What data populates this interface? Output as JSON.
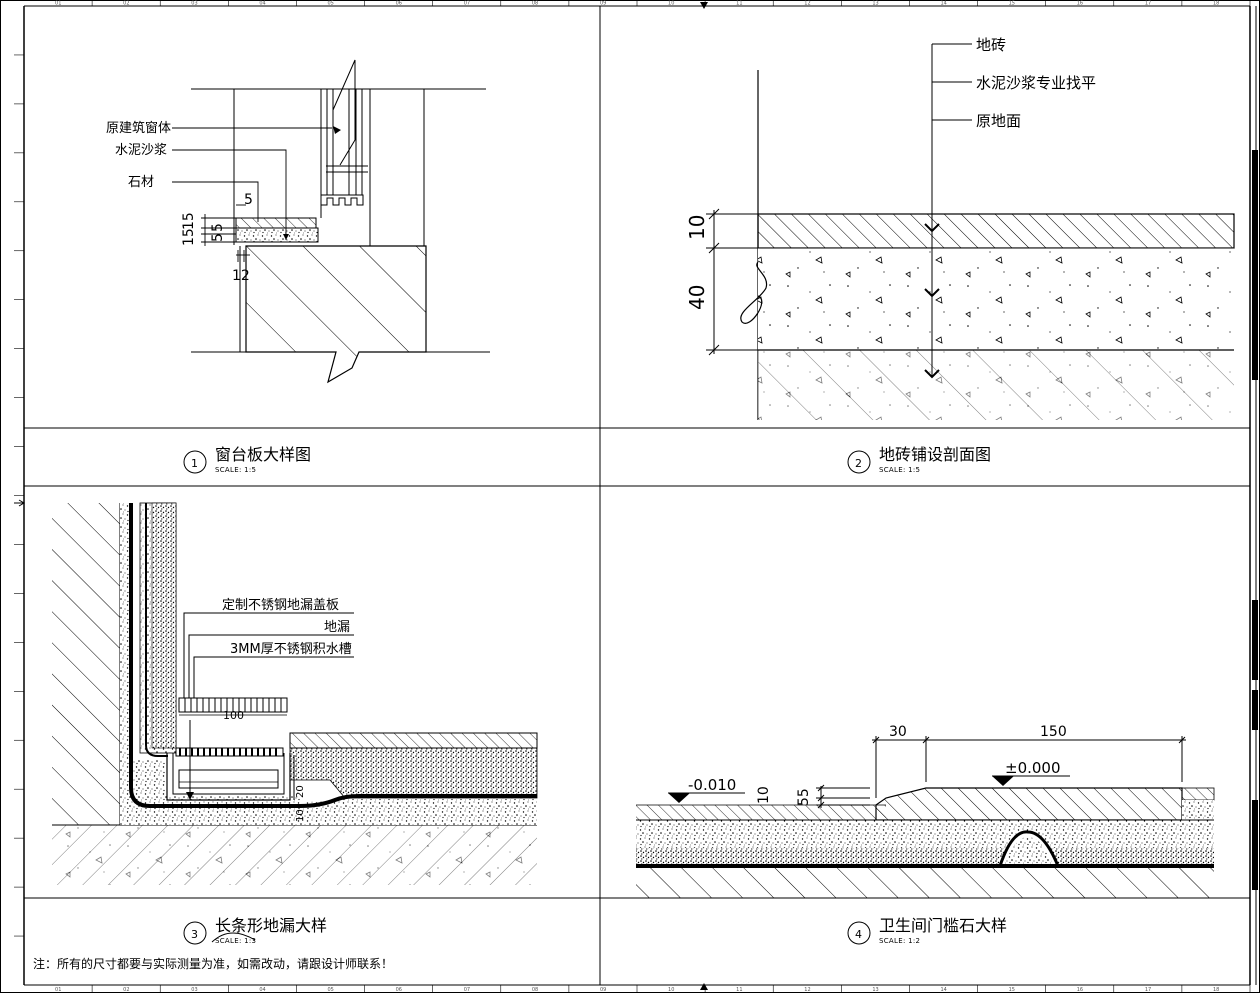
{
  "sheet": {
    "note": "注：所有的尺寸都要与实际测量为准，如需改动，请跟设计师联系！",
    "ruler_ticks": [
      "01",
      "02",
      "03",
      "04",
      "05",
      "06",
      "07",
      "08",
      "09",
      "10",
      "11",
      "12",
      "13",
      "14",
      "15",
      "16",
      "17",
      "18"
    ]
  },
  "details": [
    {
      "number": "1",
      "title": "窗台板大样图",
      "scale": "SCALE: 1:5",
      "labels": [
        "原建筑窗体",
        "水泥沙浆",
        "石材"
      ],
      "dimensions": [
        "5",
        "15",
        "15",
        "5",
        "5",
        "12"
      ]
    },
    {
      "number": "2",
      "title": "地砖铺设剖面图",
      "scale": "SCALE: 1:5",
      "labels": [
        "地砖",
        "水泥沙浆专业找平",
        "原地面"
      ],
      "dimensions": [
        "10",
        "40"
      ]
    },
    {
      "number": "3",
      "title": "长条形地漏大样",
      "scale": "SCALE: 1:3",
      "labels": [
        "定制不锈钢地漏盖板",
        "地漏",
        "3MM厚不锈钢积水槽"
      ],
      "dimensions": [
        "100",
        "20",
        "10"
      ]
    },
    {
      "number": "4",
      "title": "卫生间门槛石大样",
      "scale": "SCALE: 1:2",
      "labels": [],
      "dimensions": [
        "30",
        "150",
        "10",
        "55"
      ],
      "levels": [
        "-0.010",
        "±0.000"
      ]
    }
  ],
  "colors": {
    "line": "#000000",
    "paper": "#ffffff"
  }
}
